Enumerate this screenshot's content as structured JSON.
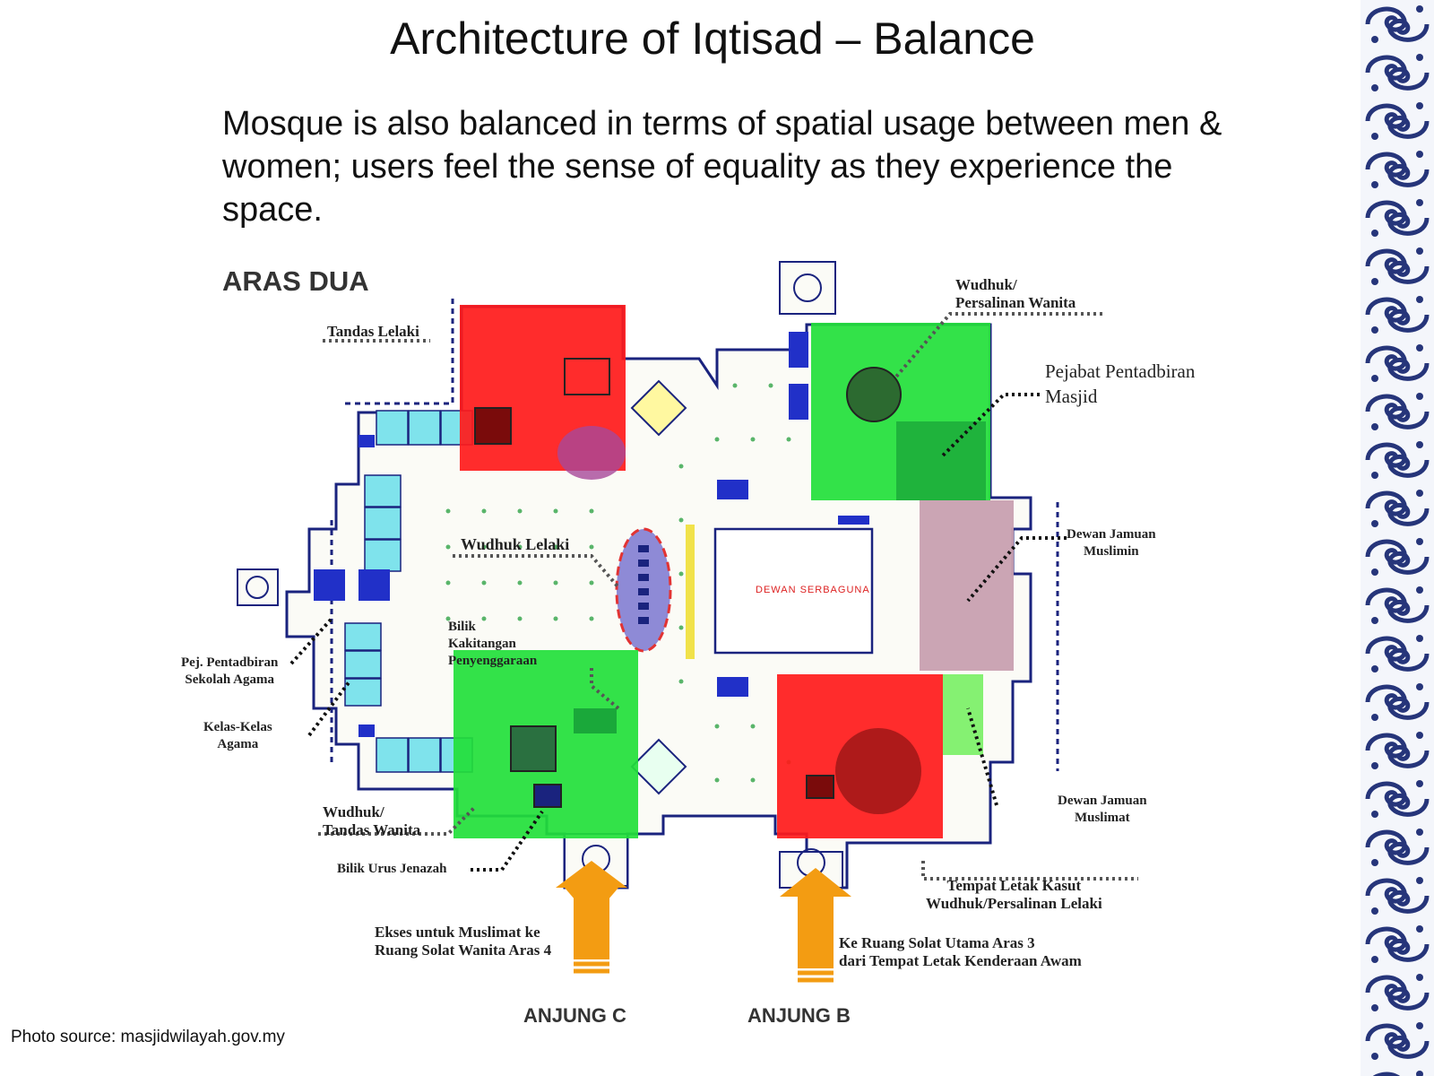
{
  "slide": {
    "title": "Architecture of Iqtisad – Balance",
    "body": "Mosque is also balanced in terms of spatial usage between men & women; users feel the sense of equality as they experience the space.",
    "source": "Photo source: masjidwilayah.gov.my"
  },
  "plan": {
    "level": "ARAS DUA",
    "labels": {
      "tandas_lelaki": "Tandas Lelaki",
      "wudhuk_persalinan_wanita_1": "Wudhuk/",
      "wudhuk_persalinan_wanita_2": "Persalinan Wanita",
      "pejabat_pentadbiran_1": "Pejabat Pentadbiran",
      "pejabat_pentadbiran_2": "Masjid",
      "dewan_jamuan_muslimin_1": "Dewan Jamuan",
      "dewan_jamuan_muslimin_2": "Muslimin",
      "wudhuk_lelaki": "Wudhuk Lelaki",
      "bilik_1": "Bilik",
      "bilik_2": "Kakitangan",
      "bilik_3": "Penyenggaraan",
      "pej_sekolah_1": "Pej. Pentadbiran",
      "pej_sekolah_2": "Sekolah Agama",
      "kelas_1": "Kelas-Kelas",
      "kelas_2": "Agama",
      "wudhuk_tandas_wanita_1": "Wudhuk/",
      "wudhuk_tandas_wanita_2": "Tandas Wanita",
      "bilik_urus_jenazah": "Bilik Urus Jenazah",
      "dewan_jamuan_muslimat_1": "Dewan Jamuan",
      "dewan_jamuan_muslimat_2": "Muslimat",
      "tempat_kasut_1": "Tempat Letak Kasut",
      "tempat_kasut_2": "Wudhuk/Persalinan Lelaki",
      "ekses_1": "Ekses untuk Muslimat ke",
      "ekses_2": "Ruang Solat Wanita Aras 4",
      "ke_ruang_1": "Ke Ruang Solat Utama Aras 3",
      "ke_ruang_2": "dari Tempat Letak Kenderaan Awam",
      "dewan_serbaguna": "DEWAN SERBAGUNA",
      "anjung_c": "ANJUNG C",
      "anjung_b": "ANJUNG B"
    },
    "colors": {
      "men_zone": "#ff1a1a",
      "women_zone": "#22e03a",
      "muslimin_hall": "#c8a0b0",
      "wall": "#1a237e",
      "access_arrow": "#f39c12",
      "classroom": "#7fe3ec"
    }
  }
}
